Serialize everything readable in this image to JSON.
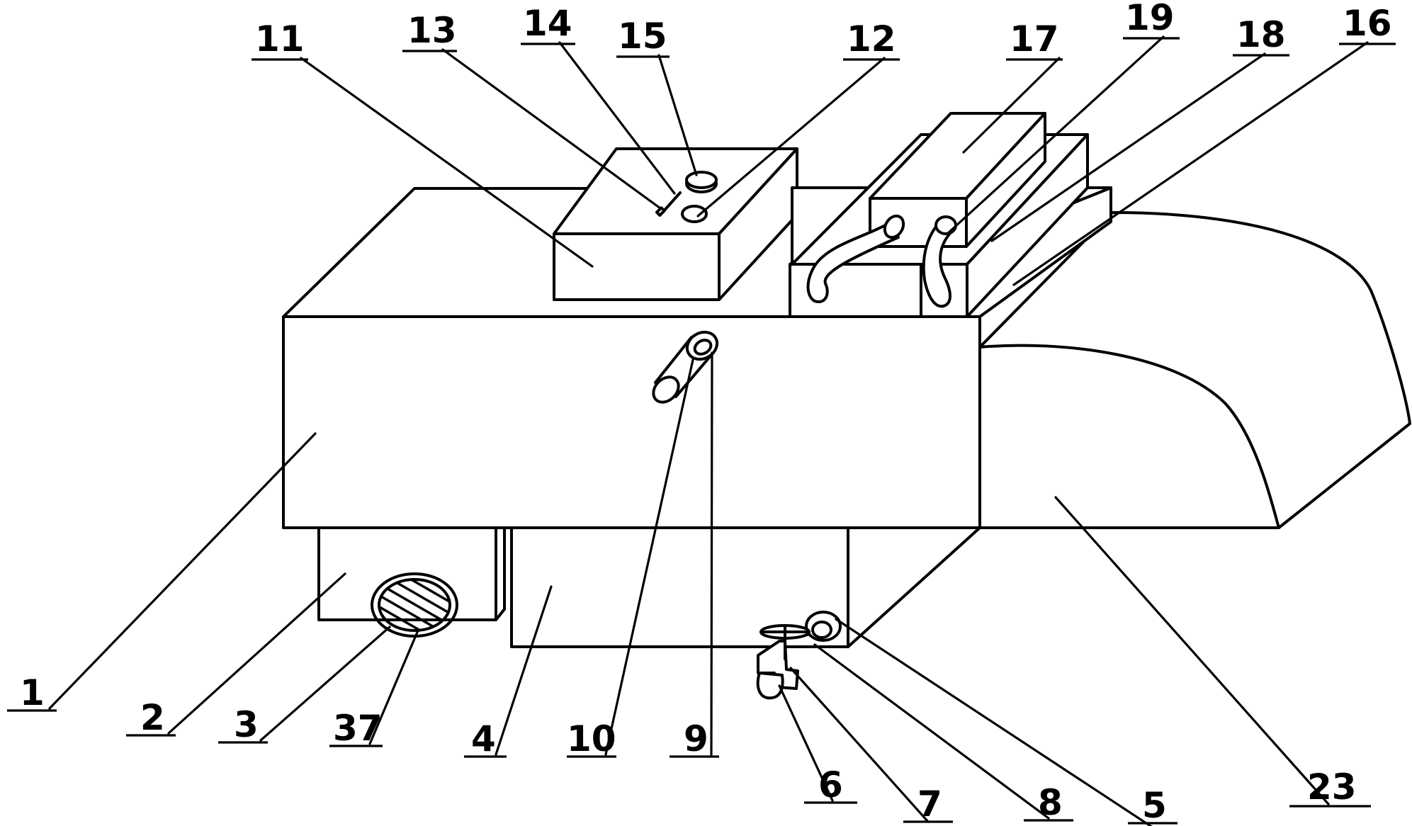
{
  "diagram": {
    "labels": [
      {
        "id": "1",
        "text": "1"
      },
      {
        "id": "2",
        "text": "2"
      },
      {
        "id": "3",
        "text": "3"
      },
      {
        "id": "37",
        "text": "37"
      },
      {
        "id": "4",
        "text": "4"
      },
      {
        "id": "10",
        "text": "10"
      },
      {
        "id": "9",
        "text": "9"
      },
      {
        "id": "6",
        "text": "6"
      },
      {
        "id": "7",
        "text": "7"
      },
      {
        "id": "8",
        "text": "8"
      },
      {
        "id": "5",
        "text": "5"
      },
      {
        "id": "23",
        "text": "23"
      },
      {
        "id": "11",
        "text": "11"
      },
      {
        "id": "13",
        "text": "13"
      },
      {
        "id": "14",
        "text": "14"
      },
      {
        "id": "15",
        "text": "15"
      },
      {
        "id": "12",
        "text": "12"
      },
      {
        "id": "17",
        "text": "17"
      },
      {
        "id": "19",
        "text": "19"
      },
      {
        "id": "18",
        "text": "18"
      },
      {
        "id": "16",
        "text": "16"
      }
    ]
  }
}
